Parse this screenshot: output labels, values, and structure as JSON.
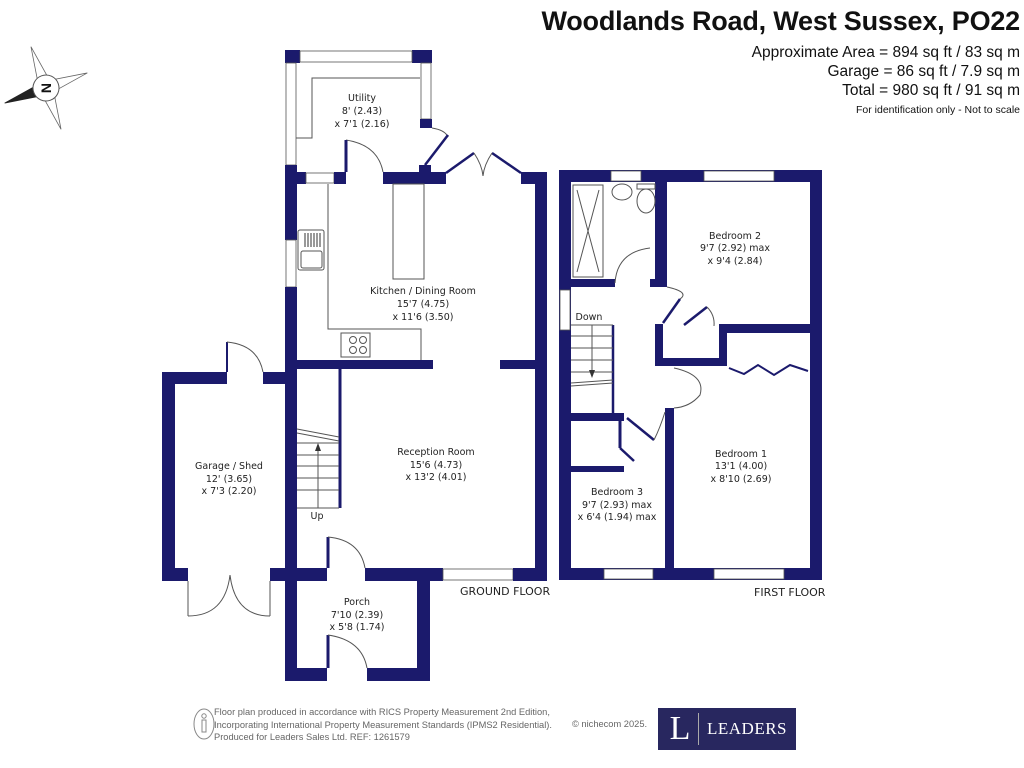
{
  "header": {
    "title": "Woodlands Road, West Sussex, PO22",
    "approx_area": "Approximate Area = 894 sq ft / 83 sq m",
    "garage_area": "Garage = 86 sq ft / 7.9 sq m",
    "total_area": "Total = 980 sq ft / 91 sq m",
    "note": "For identification only - Not to scale"
  },
  "compass": {
    "label": "N",
    "icon": "compass-icon"
  },
  "ground_floor": {
    "label": "GROUND FLOOR",
    "rooms": [
      {
        "name": "Utility",
        "dim1": "8' (2.43)",
        "dim2": "x 7'1 (2.16)"
      },
      {
        "name": "Kitchen / Dining Room",
        "dim1": "15'7 (4.75)",
        "dim2": "x 11'6 (3.50)"
      },
      {
        "name": "Reception Room",
        "dim1": "15'6 (4.73)",
        "dim2": "x 13'2 (4.01)"
      },
      {
        "name": "Garage / Shed",
        "dim1": "12' (3.65)",
        "dim2": "x 7'3 (2.20)"
      },
      {
        "name": "Porch",
        "dim1": "7'10 (2.39)",
        "dim2": "x 5'8 (1.74)"
      }
    ],
    "stairs_label": "Up"
  },
  "first_floor": {
    "label": "FIRST FLOOR",
    "rooms": [
      {
        "name": "Bedroom 2",
        "dim1": "9'7 (2.92) max",
        "dim2": "x 9'4 (2.84)"
      },
      {
        "name": "Bedroom 1",
        "dim1": "13'1 (4.00)",
        "dim2": "x 8'10 (2.69)"
      },
      {
        "name": "Bedroom 3",
        "dim1": "9'7 (2.93) max",
        "dim2": "x 6'4 (1.94) max"
      }
    ],
    "stairs_label": "Down"
  },
  "footer": {
    "line1": "Floor plan produced in accordance with RICS Property Measurement 2nd Edition,",
    "line2": "Incorporating International Property Measurement Standards (IPMS2 Residential).",
    "line3": "Produced for Leaders Sales Ltd.   REF:  1261579",
    "copyright": "© nichecom 2025.",
    "logo_letter": "L",
    "logo_text": "LEADERS"
  }
}
